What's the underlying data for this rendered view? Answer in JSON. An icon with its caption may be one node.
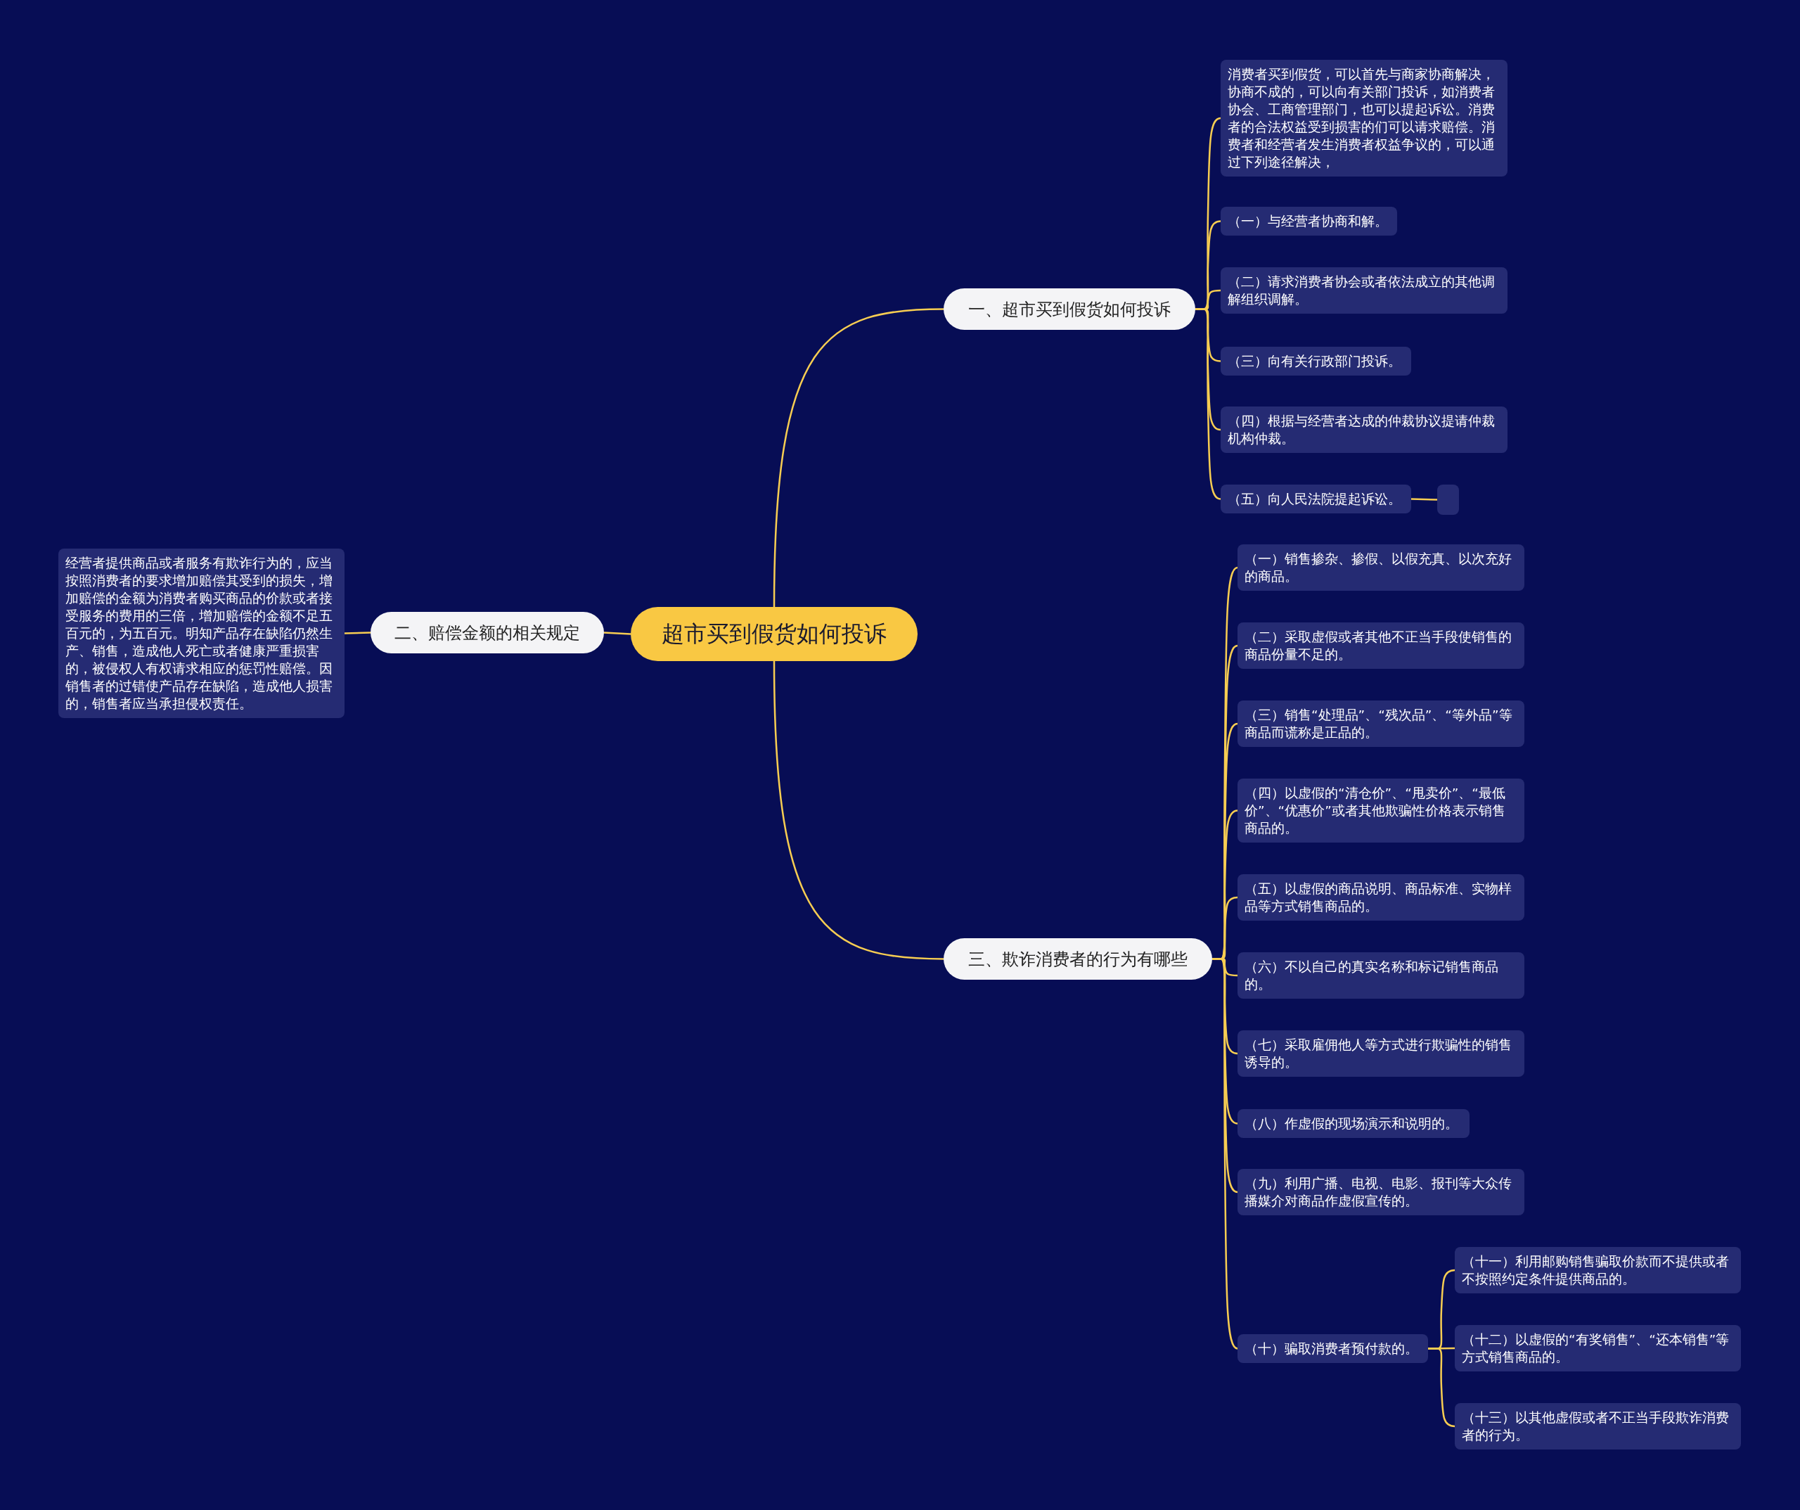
{
  "diagram": {
    "nodes": [
      {
        "text": [
          "超市买到假货如何投诉"
        ]
      },
      {
        "text": [
          "一、超市买到假货如何投诉"
        ]
      },
      {
        "text": [
          "消费者买到假货，可以首先与商家协商解决，协商不成的，可以向有关部门投诉，如消费者协会、工商管理部门，也可以提起诉讼。消费者的合法权益受到损害的们可以请求赔偿。消费者和经营者发生消费者权益争议的，可以通过下列途径解决，"
        ]
      },
      {
        "text": [
          "（一）与经营者协商和解。"
        ]
      },
      {
        "text": [
          "（二）请求消费者协会或者依法成立的其他调解组织调解。"
        ]
      },
      {
        "text": [
          "（三）向有关行政部门投诉。"
        ]
      },
      {
        "text": [
          "（四）根据与经营者达成的仲裁协议提请仲裁机构仲裁。"
        ]
      },
      {
        "text": [
          "（五）向人民法院提起诉讼。"
        ]
      },
      {
        "text": [],
        "shape": "box"
      },
      {
        "text": [
          "二、赔偿金额的相关规定"
        ]
      },
      {
        "text": [
          "经营者提供商品或者服务有欺诈行为的，应当按照消费者的要求增加赔偿其受到的损失，增加赔偿的金额为消费者购买商品的价款或者接受服务的费用的三倍，增加赔偿的金额不足五百元的，为五百元。明知产品存在缺陷仍然生产、销售，造成他人死亡或者健康严重损害的，被侵权人有权请求相应的惩罚性赔偿。因销售者的过错使产品存在缺陷，造成他人损害的，销售者应当承担侵权责任。"
        ]
      },
      {
        "text": [
          "三、欺诈消费者的行为有哪些"
        ]
      },
      {
        "text": [
          "（一）销售掺杂、掺假、以假充真、以次充好的商品。"
        ]
      },
      {
        "text": [
          "（二）采取虚假或者其他不正当手段使销售的商品份量不足的。"
        ]
      },
      {
        "text": [
          "（三）销售“处理品”、“残次品”、“等外品”等商品而谎称是正品的。"
        ]
      },
      {
        "text": [
          "（四）以虚假的“清仓价”、“甩卖价”、“最低价”、“优惠价”或者其他欺骗性价格表示销售商品的。"
        ]
      },
      {
        "text": [
          "（五）以虚假的商品说明、商品标准、实物样品等方式销售商品的。"
        ]
      },
      {
        "text": [
          "（六）不以自己的真实名称和标记销售商品的。"
        ]
      },
      {
        "text": [
          "（七）采取雇佣他人等方式进行欺骗性的销售诱导的。"
        ]
      },
      {
        "text": [
          "（八）作虚假的现场演示和说明的。"
        ]
      },
      {
        "text": [
          "（九）利用广播、电视、电影、报刊等大众传播媒介对商品作虚假宣传的。"
        ]
      },
      {
        "text": [
          "（十）骗取消费者预付款的。"
        ]
      },
      {
        "text": [
          "（十一）利用邮购销售骗取价款而不提供或者不按照约定条件提供商品的。"
        ]
      },
      {
        "text": [
          "（十二）以虚假的“有奖销售”、“还本销售”等方式销售商品的。"
        ]
      },
      {
        "text": [
          "（十三）以其他虚假或者不正当手段欺诈消费者的行为。"
        ]
      }
    ],
    "edges": [
      {
        "from": 0,
        "to": 1,
        "arrow": "none"
      },
      {
        "from": 0,
        "to": 9,
        "arrow": "none"
      },
      {
        "from": 0,
        "to": 11,
        "arrow": "none"
      },
      {
        "from": 1,
        "to": 2,
        "arrow": "none"
      },
      {
        "from": 1,
        "to": 3,
        "arrow": "none"
      },
      {
        "from": 1,
        "to": 4,
        "arrow": "none"
      },
      {
        "from": 1,
        "to": 5,
        "arrow": "none"
      },
      {
        "from": 1,
        "to": 6,
        "arrow": "none"
      },
      {
        "from": 1,
        "to": 7,
        "arrow": "none"
      },
      {
        "from": 7,
        "to": 8,
        "arrow": "none"
      },
      {
        "from": 9,
        "to": 10,
        "arrow": "none"
      },
      {
        "from": 11,
        "to": 12,
        "arrow": "none"
      },
      {
        "from": 11,
        "to": 13,
        "arrow": "none"
      },
      {
        "from": 11,
        "to": 14,
        "arrow": "none"
      },
      {
        "from": 11,
        "to": 15,
        "arrow": "none"
      },
      {
        "from": 11,
        "to": 16,
        "arrow": "none"
      },
      {
        "from": 11,
        "to": 17,
        "arrow": "none"
      },
      {
        "from": 11,
        "to": 18,
        "arrow": "none"
      },
      {
        "from": 11,
        "to": 19,
        "arrow": "none"
      },
      {
        "from": 11,
        "to": 20,
        "arrow": "none"
      },
      {
        "from": 11,
        "to": 21,
        "arrow": "none"
      },
      {
        "from": 21,
        "to": 22,
        "arrow": "none"
      },
      {
        "from": 21,
        "to": 23,
        "arrow": "none"
      },
      {
        "from": 21,
        "to": 24,
        "arrow": "none"
      }
    ]
  }
}
